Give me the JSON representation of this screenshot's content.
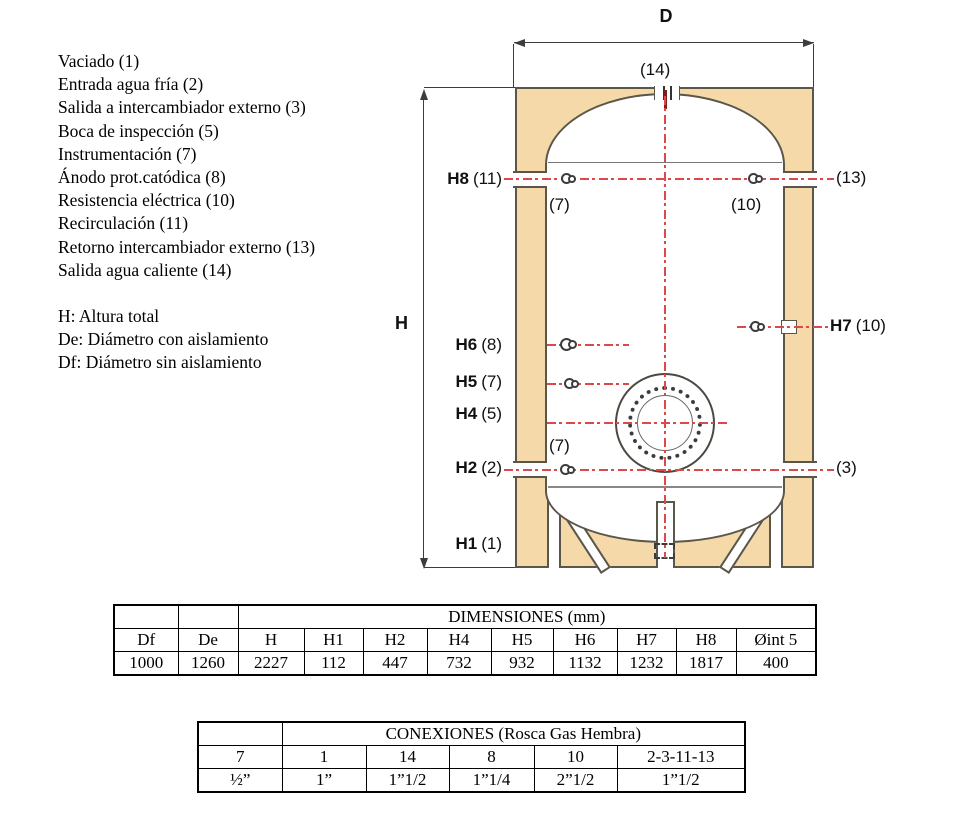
{
  "legend": {
    "items": [
      "Vaciado  (1)",
      "Entrada agua fría (2)",
      "Salida a intercambiador externo (3)",
      "Boca de inspección (5)",
      "Instrumentación (7)",
      "Ánodo prot.catódica (8)",
      "Resistencia eléctrica (10)",
      "Recirculación (11)",
      "Retorno intercambiador externo (13)",
      "Salida agua caliente (14)"
    ],
    "abbreviations": [
      "H: Altura total",
      "De: Diámetro con aislamiento",
      "Df: Diámetro sin aislamiento"
    ]
  },
  "diagram": {
    "dim_d": "D",
    "dim_h": "H",
    "labels": {
      "top_outlet": "(14)",
      "h8": {
        "b": "H8",
        "p": "(11)"
      },
      "left_7_top": "(7)",
      "right_10": "(10)",
      "right_13": "(13)",
      "h7": {
        "b": "H7",
        "p": "(10)"
      },
      "h6": {
        "b": "H6",
        "p": "(8)"
      },
      "h5": {
        "b": "H5",
        "p": "(7)"
      },
      "h4": {
        "b": "H4",
        "p": "(5)"
      },
      "left_7_bottom": "(7)",
      "h2": {
        "b": "H2",
        "p": "(2)"
      },
      "right_3": "(3)",
      "h1": {
        "b": "H1",
        "p": "(1)"
      }
    },
    "colors": {
      "insulation": "#f6d9a8",
      "outline": "#5a574a",
      "centerline": "#dd4848"
    }
  },
  "dimensions_table": {
    "title": "DIMENSIONES (mm)",
    "headers": [
      "Df",
      "De",
      "H",
      "H1",
      "H2",
      "H4",
      "H5",
      "H6",
      "H7",
      "H8",
      "Øint 5"
    ],
    "values": [
      "1000",
      "1260",
      "2227",
      "112",
      "447",
      "732",
      "932",
      "1132",
      "1232",
      "1817",
      "400"
    ]
  },
  "connections_table": {
    "title": "CONEXIONES (Rosca Gas Hembra)",
    "headers": [
      "7",
      "1",
      "14",
      "8",
      "10",
      "2-3-11-13"
    ],
    "values": [
      "½”",
      "1”",
      "1”1/2",
      "1”1/4",
      "2”1/2",
      "1”1/2"
    ]
  }
}
